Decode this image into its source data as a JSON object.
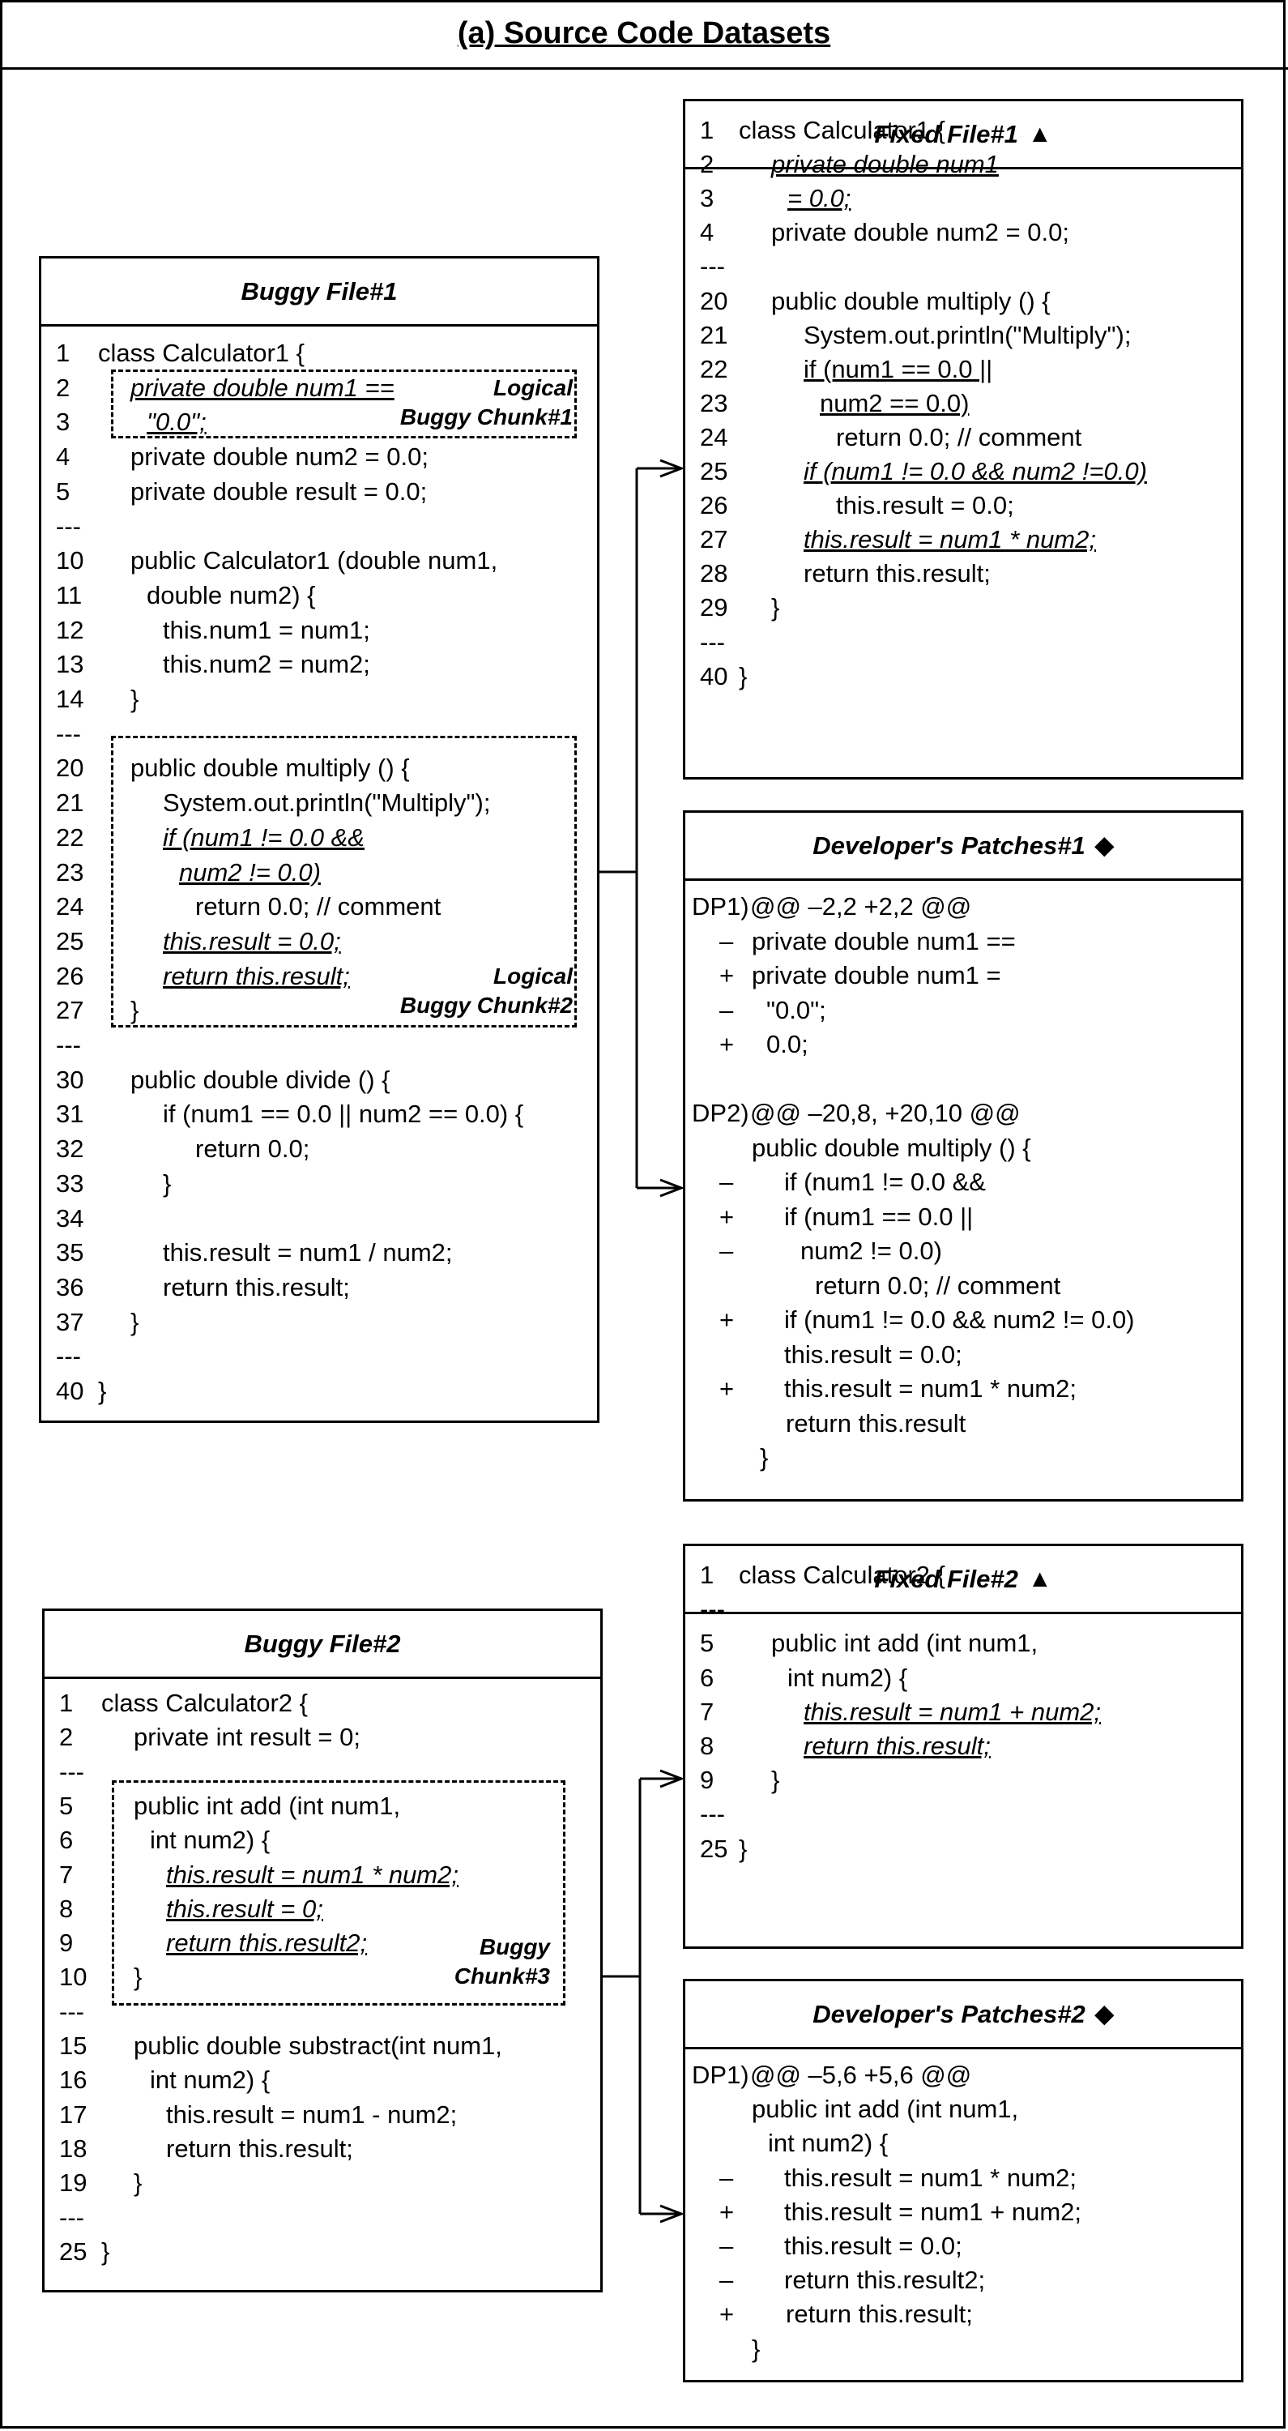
{
  "title": "(a) Source Code Datasets",
  "buggy1": {
    "header": "Buggy File#1",
    "chunk1_label": [
      "Logical",
      "Buggy Chunk#1"
    ],
    "chunk2_label": [
      "Logical",
      "Buggy Chunk#2"
    ],
    "lines": [
      {
        "n": "1",
        "t": "class Calculator1 {"
      },
      {
        "n": "2",
        "t": "private double num1 ==",
        "s": "iu"
      },
      {
        "n": "3",
        "t": "\"0.0\";",
        "s": "iu"
      },
      {
        "n": "4",
        "t": "private double num2 = 0.0;"
      },
      {
        "n": "5",
        "t": "private double result = 0.0;"
      },
      {
        "n": "---",
        "t": ""
      },
      {
        "n": "10",
        "t": "public Calculator1 (double num1,"
      },
      {
        "n": "11",
        "t": "double num2) {"
      },
      {
        "n": "12",
        "t": "this.num1 = num1;"
      },
      {
        "n": "13",
        "t": "this.num2 = num2;"
      },
      {
        "n": "14",
        "t": "}"
      },
      {
        "n": "---",
        "t": ""
      },
      {
        "n": "20",
        "t": "public double multiply () {"
      },
      {
        "n": "21",
        "t": "System.out.println(\"Multiply\");"
      },
      {
        "n": "22",
        "t": "if (num1 != 0.0 &&",
        "s": "iu"
      },
      {
        "n": "23",
        "t": "num2 != 0.0)",
        "s": "iu"
      },
      {
        "n": "24",
        "t": "return 0.0; // comment"
      },
      {
        "n": "25",
        "t": "this.result = 0.0;",
        "s": "iu"
      },
      {
        "n": "26",
        "t": "return this.result;",
        "s": "iu"
      },
      {
        "n": "27",
        "t": "}"
      },
      {
        "n": "---",
        "t": ""
      },
      {
        "n": "30",
        "t": "public double divide () {"
      },
      {
        "n": "31",
        "t": "if (num1 == 0.0 || num2 == 0.0) {"
      },
      {
        "n": "32",
        "t": "return 0.0;"
      },
      {
        "n": "33",
        "t": "}"
      },
      {
        "n": "34",
        "t": ""
      },
      {
        "n": "35",
        "t": "this.result = num1 / num2;"
      },
      {
        "n": "36",
        "t": "return this.result;"
      },
      {
        "n": "37",
        "t": "}"
      },
      {
        "n": "---",
        "t": ""
      },
      {
        "n": "40",
        "t": "}"
      }
    ]
  },
  "fixed1": {
    "header": "Fixed File#1",
    "mark": "▲",
    "lines": [
      {
        "n": "1",
        "t": "class Calculator1 {"
      },
      {
        "n": "2",
        "t": "private double num1",
        "s": "iu"
      },
      {
        "n": "3",
        "t": "= 0.0;",
        "s": "iu"
      },
      {
        "n": "4",
        "t": "private double num2 = 0.0;"
      },
      {
        "n": "---",
        "t": ""
      },
      {
        "n": "20",
        "t": "public double multiply () {"
      },
      {
        "n": "21",
        "t": "System.out.println(\"Multiply\");"
      },
      {
        "n": "22",
        "t": "if (num1 == 0.0 ||",
        "s": "u"
      },
      {
        "n": "23",
        "t": "num2 == 0.0)",
        "s": "u"
      },
      {
        "n": "24",
        "t": "return 0.0; // comment"
      },
      {
        "n": "25",
        "t": "if (num1 != 0.0 && num2 !=0.0)",
        "s": "iu"
      },
      {
        "n": "26",
        "t": "this.result = 0.0;"
      },
      {
        "n": "27",
        "t": "this.result = num1 * num2;",
        "s": "iu"
      },
      {
        "n": "28",
        "t": "return this.result;"
      },
      {
        "n": "29",
        "t": "}"
      },
      {
        "n": "---",
        "t": ""
      },
      {
        "n": "40",
        "t": "}"
      }
    ]
  },
  "patch1": {
    "header": "Developer's Patches#1",
    "mark": "◆",
    "lines": [
      {
        "p": "DP1)",
        "t": "@@ –2,2 +2,2 @@"
      },
      {
        "p": "–",
        "t": "private double num1 =="
      },
      {
        "p": "+",
        "t": "private double num1 ="
      },
      {
        "p": "–",
        "t": "\"0.0\";"
      },
      {
        "p": "+",
        "t": "0.0;"
      },
      {
        "p": "",
        "t": ""
      },
      {
        "p": "DP2)",
        "t": "@@ –20,8, +20,10 @@"
      },
      {
        "p": "",
        "t": "public double multiply () {"
      },
      {
        "p": "–",
        "t": "if (num1 != 0.0 &&"
      },
      {
        "p": "+",
        "t": "if (num1 == 0.0 ||"
      },
      {
        "p": "–",
        "t": "num2 != 0.0)"
      },
      {
        "p": "",
        "t": "return 0.0; // comment"
      },
      {
        "p": "+",
        "t": "if (num1 != 0.0 && num2 != 0.0)"
      },
      {
        "p": "",
        "t": "this.result = 0.0;"
      },
      {
        "p": "+",
        "t": "this.result = num1 * num2;"
      },
      {
        "p": "",
        "t": "return this.result"
      },
      {
        "p": "",
        "t": "}"
      }
    ]
  },
  "buggy2": {
    "header": "Buggy File#2",
    "chunk3_label": [
      "Buggy",
      "Chunk#3"
    ],
    "lines": [
      {
        "n": "1",
        "t": "class Calculator2 {"
      },
      {
        "n": "2",
        "t": "private int result = 0;"
      },
      {
        "n": "---",
        "t": ""
      },
      {
        "n": "5",
        "t": "public int add (int num1,"
      },
      {
        "n": "6",
        "t": "int num2) {"
      },
      {
        "n": "7",
        "t": "this.result = num1 * num2;",
        "s": "iu"
      },
      {
        "n": "8",
        "t": "this.result = 0;",
        "s": "iu"
      },
      {
        "n": "9",
        "t": "return this.result2;",
        "s": "iu"
      },
      {
        "n": "10",
        "t": "}"
      },
      {
        "n": "---",
        "t": ""
      },
      {
        "n": "15",
        "t": "public double substract(int num1,"
      },
      {
        "n": "16",
        "t": "int num2) {"
      },
      {
        "n": "17",
        "t": "this.result = num1 - num2;"
      },
      {
        "n": "18",
        "t": "return this.result;"
      },
      {
        "n": "19",
        "t": "}"
      },
      {
        "n": "---",
        "t": ""
      },
      {
        "n": "25",
        "t": "}"
      }
    ]
  },
  "fixed2": {
    "header": "Fixed File#2",
    "mark": "▲",
    "lines": [
      {
        "n": "1",
        "t": "class Calculator2 {"
      },
      {
        "n": "---",
        "t": ""
      },
      {
        "n": "5",
        "t": "public int add (int num1,"
      },
      {
        "n": "6",
        "t": "int num2) {"
      },
      {
        "n": "7",
        "t": "this.result = num1 + num2;",
        "s": "iu"
      },
      {
        "n": "8",
        "t": "return this.result;",
        "s": "iu"
      },
      {
        "n": "9",
        "t": "}"
      },
      {
        "n": "---",
        "t": ""
      },
      {
        "n": "25",
        "t": "}"
      }
    ]
  },
  "patch2": {
    "header": "Developer's Patches#2",
    "mark": "◆",
    "lines": [
      {
        "p": "DP1)",
        "t": "@@ –5,6 +5,6 @@"
      },
      {
        "p": "",
        "t": "public int add (int num1,"
      },
      {
        "p": "",
        "t": "int num2) {"
      },
      {
        "p": "–",
        "t": "this.result = num1 * num2;"
      },
      {
        "p": "+",
        "t": "this.result = num1 + num2;"
      },
      {
        "p": "–",
        "t": "this.result = 0.0;"
      },
      {
        "p": "–",
        "t": "return this.result2;"
      },
      {
        "p": "+",
        "t": "return this.result;"
      },
      {
        "p": "",
        "t": "}"
      }
    ]
  }
}
